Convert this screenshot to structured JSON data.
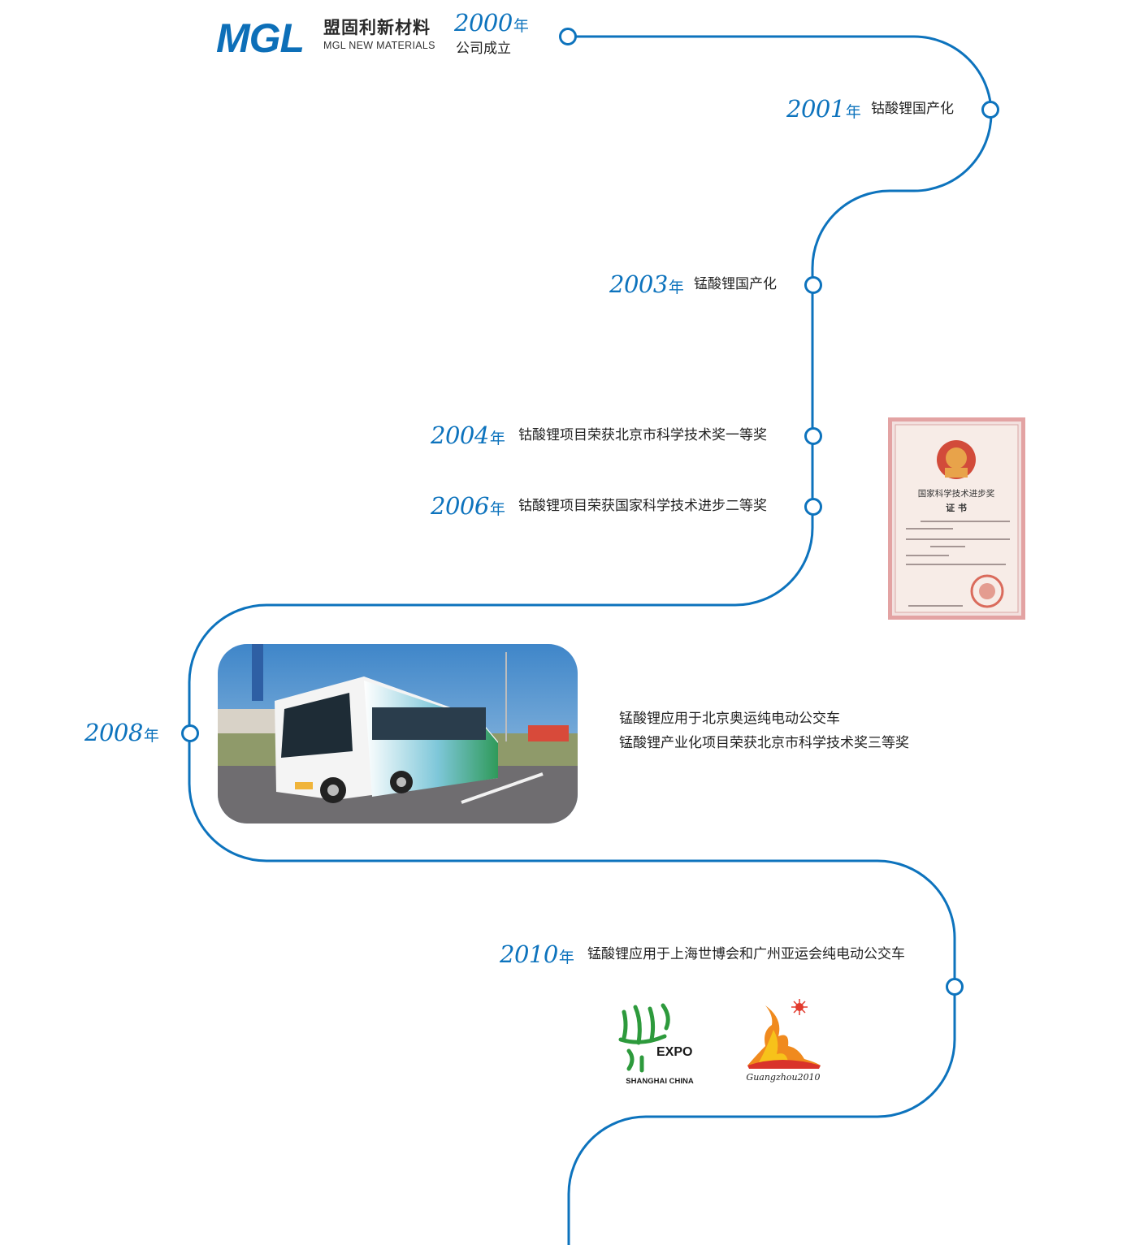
{
  "brand": {
    "logo_mark": "MGL",
    "logo_cn": "盟固利新材料",
    "logo_en": "MGL NEW MATERIALS"
  },
  "colors": {
    "accent": "#0d73bd",
    "text": "#222222"
  },
  "milestones": [
    {
      "year": "2000",
      "unit": "年",
      "text": "公司成立"
    },
    {
      "year": "2001",
      "unit": "年",
      "text": "钴酸锂国产化"
    },
    {
      "year": "2003",
      "unit": "年",
      "text": "锰酸锂国产化"
    },
    {
      "year": "2004",
      "unit": "年",
      "text": "钴酸锂项目荣获北京市科学技术奖一等奖"
    },
    {
      "year": "2006",
      "unit": "年",
      "text": "钴酸锂项目荣获国家科学技术进步二等奖"
    },
    {
      "year": "2008",
      "unit": "年",
      "lines": [
        "锰酸锂应用于北京奥运纯电动公交车",
        "锰酸锂产业化项目荣获北京市科学技术奖三等奖"
      ]
    },
    {
      "year": "2010",
      "unit": "年",
      "text": "锰酸锂应用于上海世博会和广州亚运会纯电动公交车"
    }
  ],
  "certificate": {
    "title": "国家科学技术进步奖",
    "subtitle": "证 书"
  },
  "expo_logo": {
    "label": "EXPO",
    "sub": "SHANGHAI CHINA"
  },
  "asian_games_logo": {
    "script": "Guangzhou2010"
  },
  "icons": [
    "timeline-node-icon"
  ]
}
